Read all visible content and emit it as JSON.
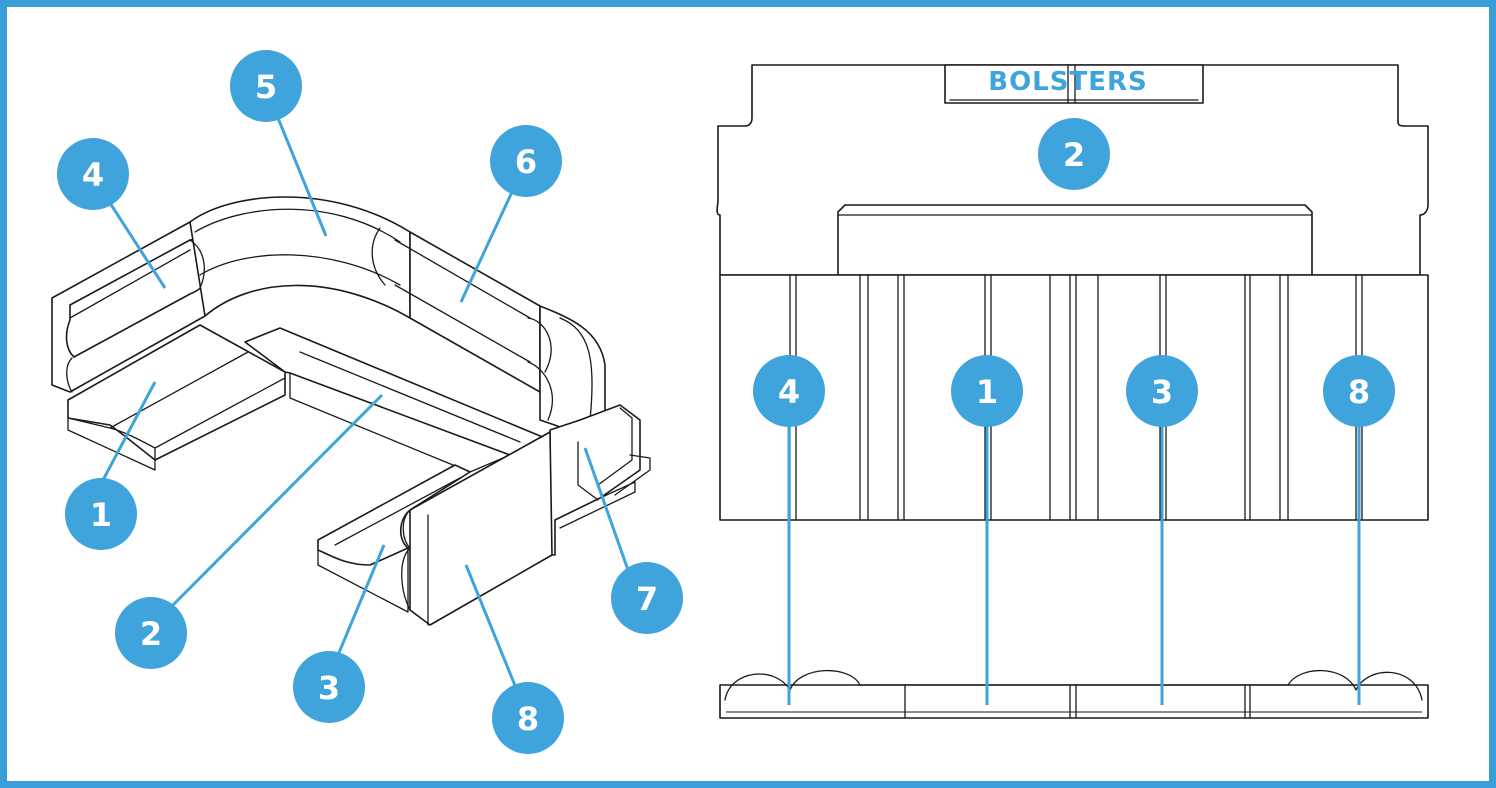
{
  "colors": {
    "accent": "#3fa3dc",
    "frame": "#3a9fd9",
    "line": "#1a1a1a"
  },
  "top_view": {
    "bolsters_label": "BOLSTERS"
  },
  "callouts_iso": [
    "5",
    "4",
    "6",
    "1",
    "2",
    "3",
    "8",
    "7"
  ],
  "callouts_top": [
    "2",
    "4",
    "1",
    "3",
    "8"
  ]
}
